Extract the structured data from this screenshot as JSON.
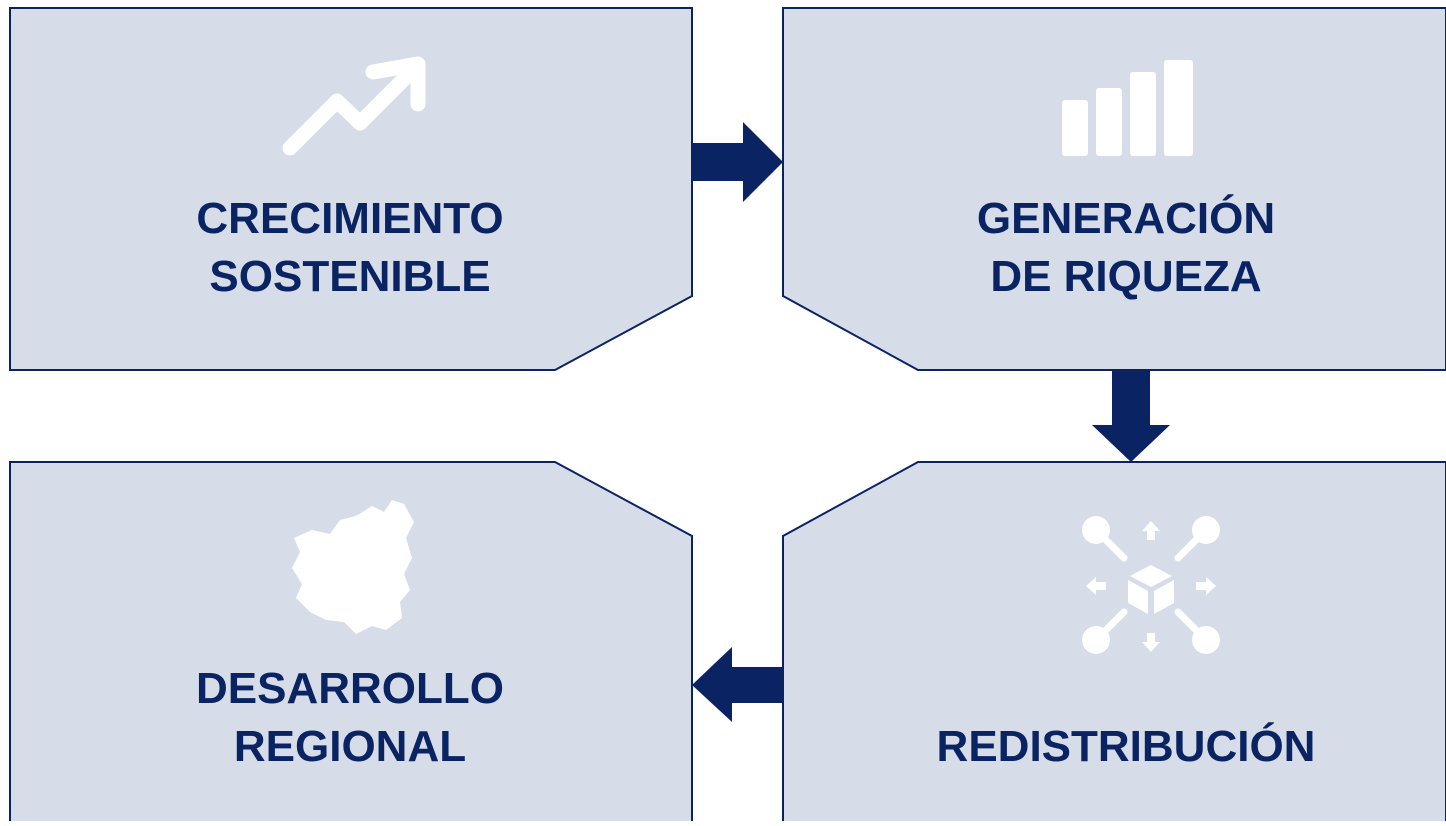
{
  "colors": {
    "box_fill": "#d6dde8",
    "box_stroke": "#0a2463",
    "arrow": "#0a2463",
    "text": "#0a2463",
    "icon": "#ffffff"
  },
  "boxes": [
    {
      "id": "crecimiento",
      "lines": [
        "CRECIMIENTO",
        "SOSTENIBLE"
      ],
      "icon": "trending-up-icon"
    },
    {
      "id": "generacion",
      "lines": [
        "GENERACIÓN",
        "DE RIQUEZA"
      ],
      "icon": "bar-chart-icon"
    },
    {
      "id": "redistribucion",
      "lines": [
        "REDISTRIBUCIÓN"
      ],
      "icon": "distribution-network-icon"
    },
    {
      "id": "desarrollo",
      "lines": [
        "DESARROLLO",
        "REGIONAL"
      ],
      "icon": "region-map-icon"
    }
  ],
  "arrows": [
    {
      "from": "crecimiento",
      "to": "generacion",
      "direction": "right"
    },
    {
      "from": "generacion",
      "to": "redistribucion",
      "direction": "down"
    },
    {
      "from": "redistribucion",
      "to": "desarrollo",
      "direction": "left"
    }
  ]
}
